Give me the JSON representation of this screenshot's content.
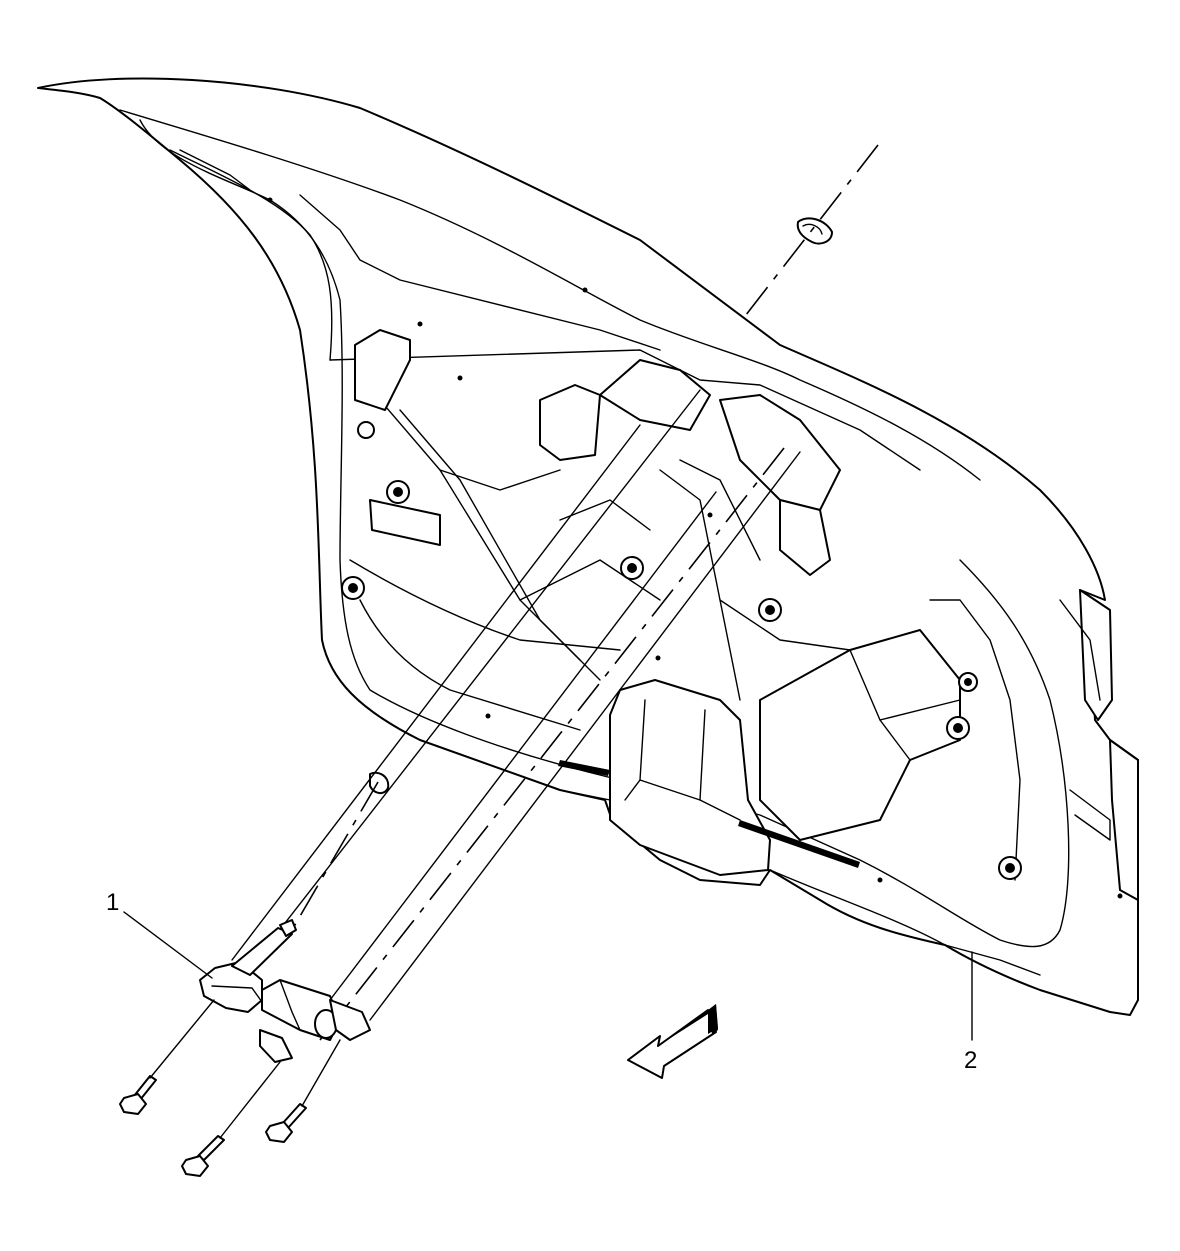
{
  "diagram": {
    "callouts": [
      {
        "id": "1",
        "label": "1"
      },
      {
        "id": "2",
        "label": "2"
      }
    ],
    "components": [
      "liftgate-panel",
      "latch-actuator",
      "mounting-bolts",
      "grommets",
      "front-direction-arrow"
    ]
  }
}
